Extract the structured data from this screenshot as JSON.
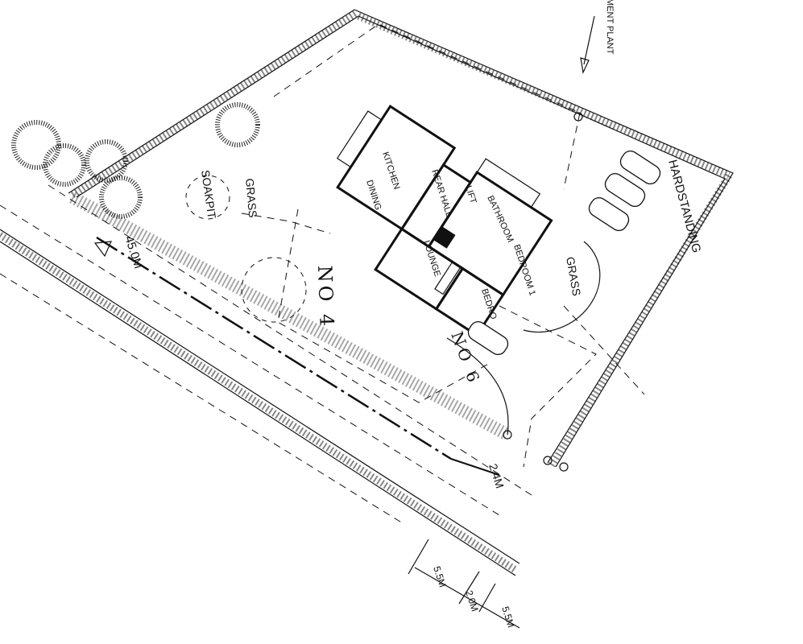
{
  "drawing": {
    "title": "Site plan",
    "plot_labels": {
      "no4": "NO 4",
      "no6": "NO 6"
    },
    "areas": {
      "grass_left": "GRASS",
      "soakpit": "SOAKPIT",
      "grass_right": "GRASS",
      "hardstanding": "HARDSTANDING",
      "treatment_plant": "MENT PLANT"
    },
    "rooms": {
      "kitchen": "KITCHEN",
      "dining": "DINING",
      "rear_hall": "REAR HALL",
      "lift": "LIFT",
      "bathroom": "BATHROOM",
      "bedroom1": "BEDROOM 1",
      "bedroom2": "BEDRO",
      "lounge": "LOUNGE"
    },
    "dimensions": {
      "road_visibility": "45.0M",
      "setback": "2.4M",
      "dim_a": "5.5M",
      "dim_b": "2.0M",
      "dim_c": "5.5M"
    }
  }
}
